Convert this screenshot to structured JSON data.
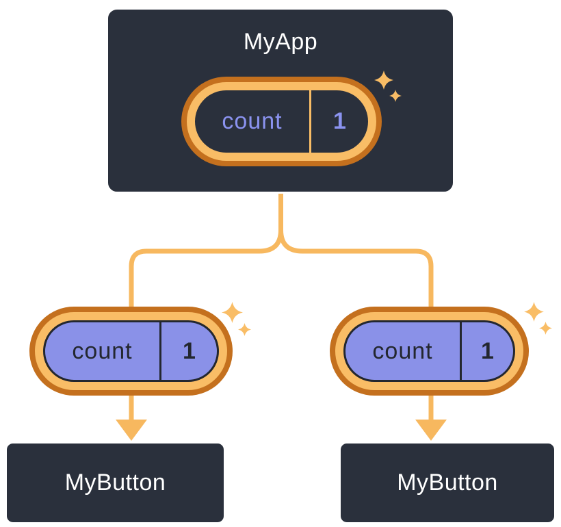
{
  "colors": {
    "background": "#FFFFFF",
    "node_fill": "#2A303C",
    "node_border": "#FFFFFF",
    "node_text": "#FFFFFF",
    "ring_outer_orange": "#C4701E",
    "ring_inner_orange": "#F9BD66",
    "connector_orange": "#F7B85F",
    "pill_purple": "#8A91E8",
    "pill_dark_stroke": "#23272F",
    "state_text_purple": "#8B93F0"
  },
  "nodes": {
    "root": {
      "label": "MyApp",
      "state_pill": {
        "key": "count",
        "value": "1"
      }
    },
    "children": [
      {
        "label": "MyButton",
        "prop_pill": {
          "key": "count",
          "value": "1"
        }
      },
      {
        "label": "MyButton",
        "prop_pill": {
          "key": "count",
          "value": "1"
        }
      }
    ]
  },
  "icons": {
    "sparkle": "four-point-star-sparkle",
    "arrow": "arrow-down"
  }
}
